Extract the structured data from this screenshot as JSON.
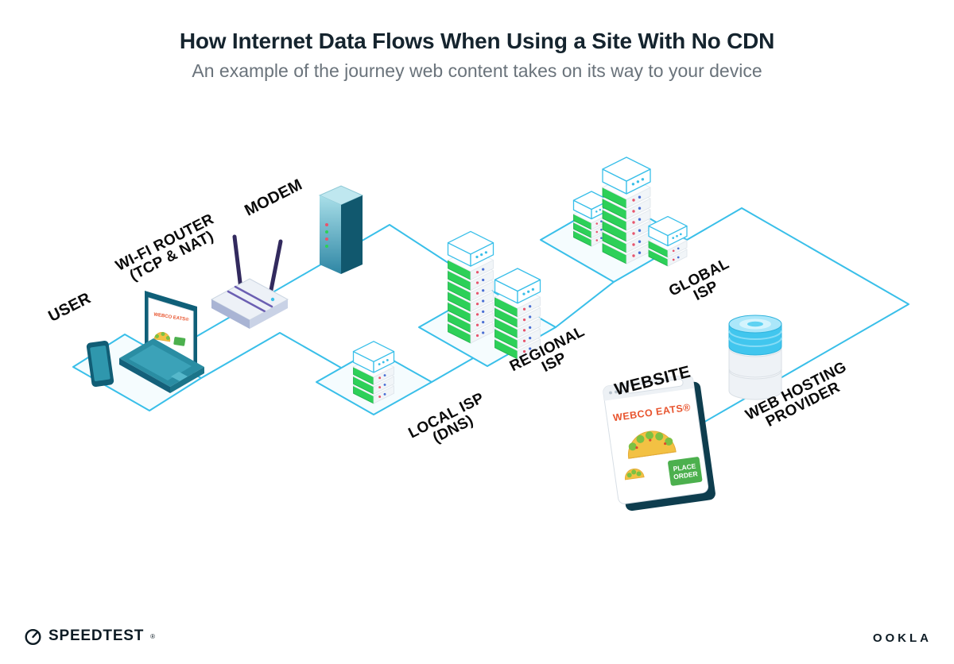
{
  "header": {
    "title": "How Internet Data Flows When Using a Site With No CDN",
    "subtitle": "An example of the journey web content takes on its way to your device"
  },
  "nodes": {
    "user": {
      "label": "USER"
    },
    "wifi_router": {
      "line1": "WI-FI ROUTER",
      "line2": "(TCP & NAT)"
    },
    "modem": {
      "label": "MODEM"
    },
    "local_isp": {
      "line1": "LOCAL ISP",
      "line2": "(DNS)"
    },
    "regional_isp": {
      "line1": "REGIONAL",
      "line2": "ISP"
    },
    "global_isp": {
      "line1": "GLOBAL",
      "line2": "ISP"
    },
    "website": {
      "label": "WEBSITE"
    },
    "web_hosting": {
      "line1": "WEB HOSTING",
      "line2": "PROVIDER"
    }
  },
  "laptop_screen": {
    "brand": "WEBCO EATS®"
  },
  "website_window": {
    "brand": "WEBCO EATS®",
    "order_line1": "PLACE",
    "order_line2": "ORDER"
  },
  "footer": {
    "speedtest": "SPEEDTEST",
    "speedtest_mark": "®",
    "ookla": "OOKLA"
  },
  "colors": {
    "connector": "#39bfe9",
    "server_green": "#2dd058",
    "brand_orange": "#e8542e",
    "title": "#15242e",
    "subtitle": "#6a737b",
    "label": "#0a0a0a"
  }
}
